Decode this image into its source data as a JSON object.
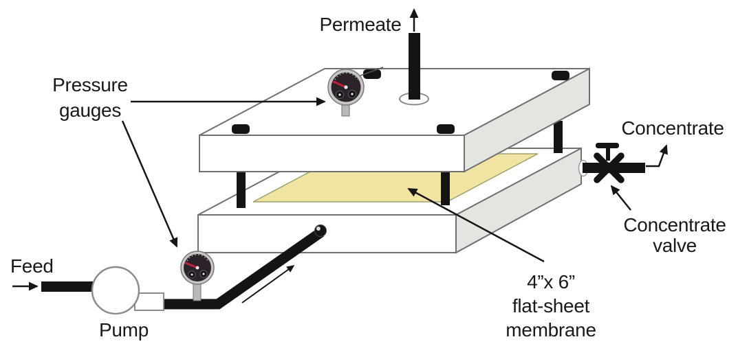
{
  "figure": {
    "kind": "process-flow-diagram",
    "subject": "flat-sheet membrane test cell"
  },
  "labels": {
    "permeate": "Permeate",
    "pressure_gauges": [
      "Pressure",
      "gauges"
    ],
    "feed": "Feed",
    "pump": "Pump",
    "concentrate": "Concentrate",
    "concentrate_valve": [
      "Concentrate",
      "valve"
    ],
    "membrane": [
      "4”x 6”",
      "flat-sheet",
      "membrane"
    ]
  },
  "colors": {
    "membrane_sheet": "#f1e3a2",
    "membrane_edge": "#9aa36b",
    "plate_face": "#ffffff",
    "plate_side": "#e3e5e1",
    "outline_gray": "#707070",
    "pipe_black": "#141414",
    "gauge_rim": "#c7c7c7",
    "gauge_face": "#2b2329",
    "needle_red": "#c2203a",
    "text": "#191919",
    "background": "#ffffff"
  },
  "components": [
    "top-plate",
    "bottom-plate",
    "flat-sheet-membrane",
    "permeate-pipe",
    "pressure-gauge-top",
    "pressure-gauge-feed",
    "feed-pipe",
    "pump",
    "concentrate-pipe",
    "concentrate-valve"
  ]
}
